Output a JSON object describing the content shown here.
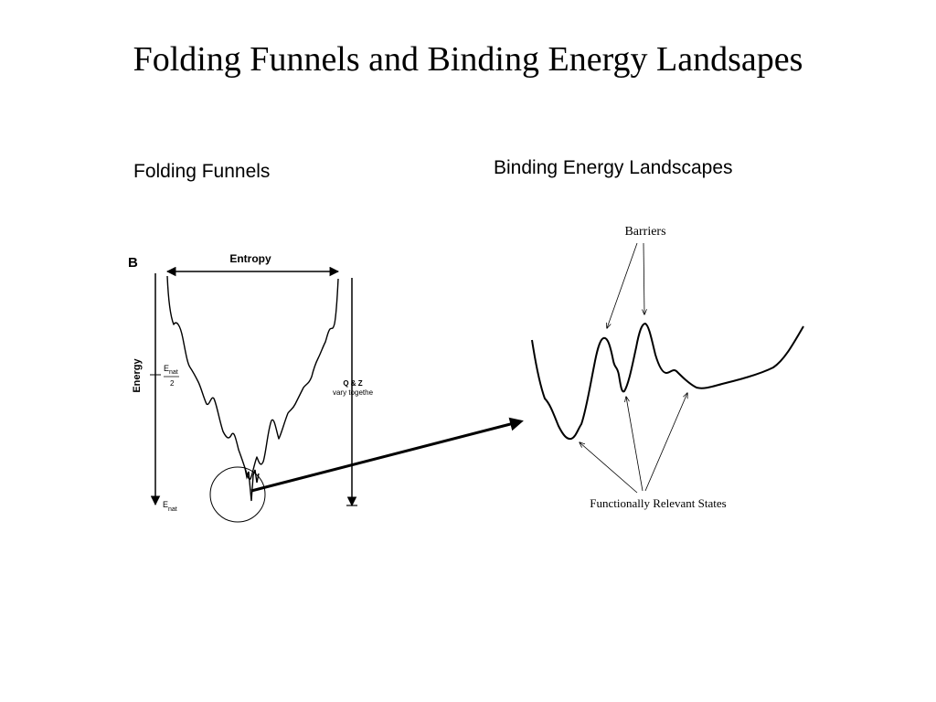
{
  "title": "Folding Funnels and Binding Energy Landsapes",
  "left_panel": {
    "heading": "Folding Funnels",
    "panel_letter": "B",
    "entropy_label": "Entropy",
    "energy_label": "Energy",
    "e_nat_half": {
      "symbol": "E",
      "subscript": "nat",
      "denominator": "2"
    },
    "e_nat_bottom": {
      "symbol": "E",
      "subscript": "nat"
    },
    "right_axis_line1": "Q & Z",
    "right_axis_line2": "vary togethe"
  },
  "right_panel": {
    "heading": "Binding Energy Landscapes",
    "barriers_label": "Barriers",
    "states_label": "Functionally Relevant States"
  }
}
